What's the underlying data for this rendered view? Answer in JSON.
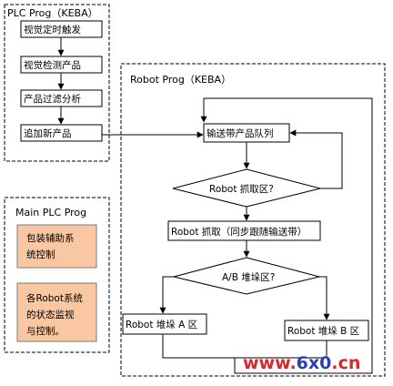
{
  "plc_prog": {
    "title": "PLC Prog（KEBA）",
    "steps": [
      "视觉定时触发",
      "视觉检测产品",
      "产品过滤分析",
      "追加新产品"
    ]
  },
  "main_plc_prog": {
    "title": "Main PLC Prog",
    "box1": [
      "包装辅助系",
      "统控制"
    ],
    "box2": [
      "各Robot系统",
      "的状态监视",
      "与控制。"
    ]
  },
  "robot_prog": {
    "title": "Robot Prog（KEBA）",
    "queue_box": "输送带产品队列",
    "decision1": "Robot 抓取区?",
    "grab_box": "Robot 抓取（同步跟随输送带）",
    "decision2": "A/B 堆垛区?",
    "stack_a": "Robot 堆垛 A 区",
    "stack_b": "Robot 堆垛 B 区"
  },
  "watermark": {
    "domain_a": "www.",
    "domain_b": "6x0",
    "domain_c": ".cn",
    "colors": {
      "www": "#d8282a",
      "main": "#2a3fb0",
      "tld": "#d8282a"
    }
  }
}
